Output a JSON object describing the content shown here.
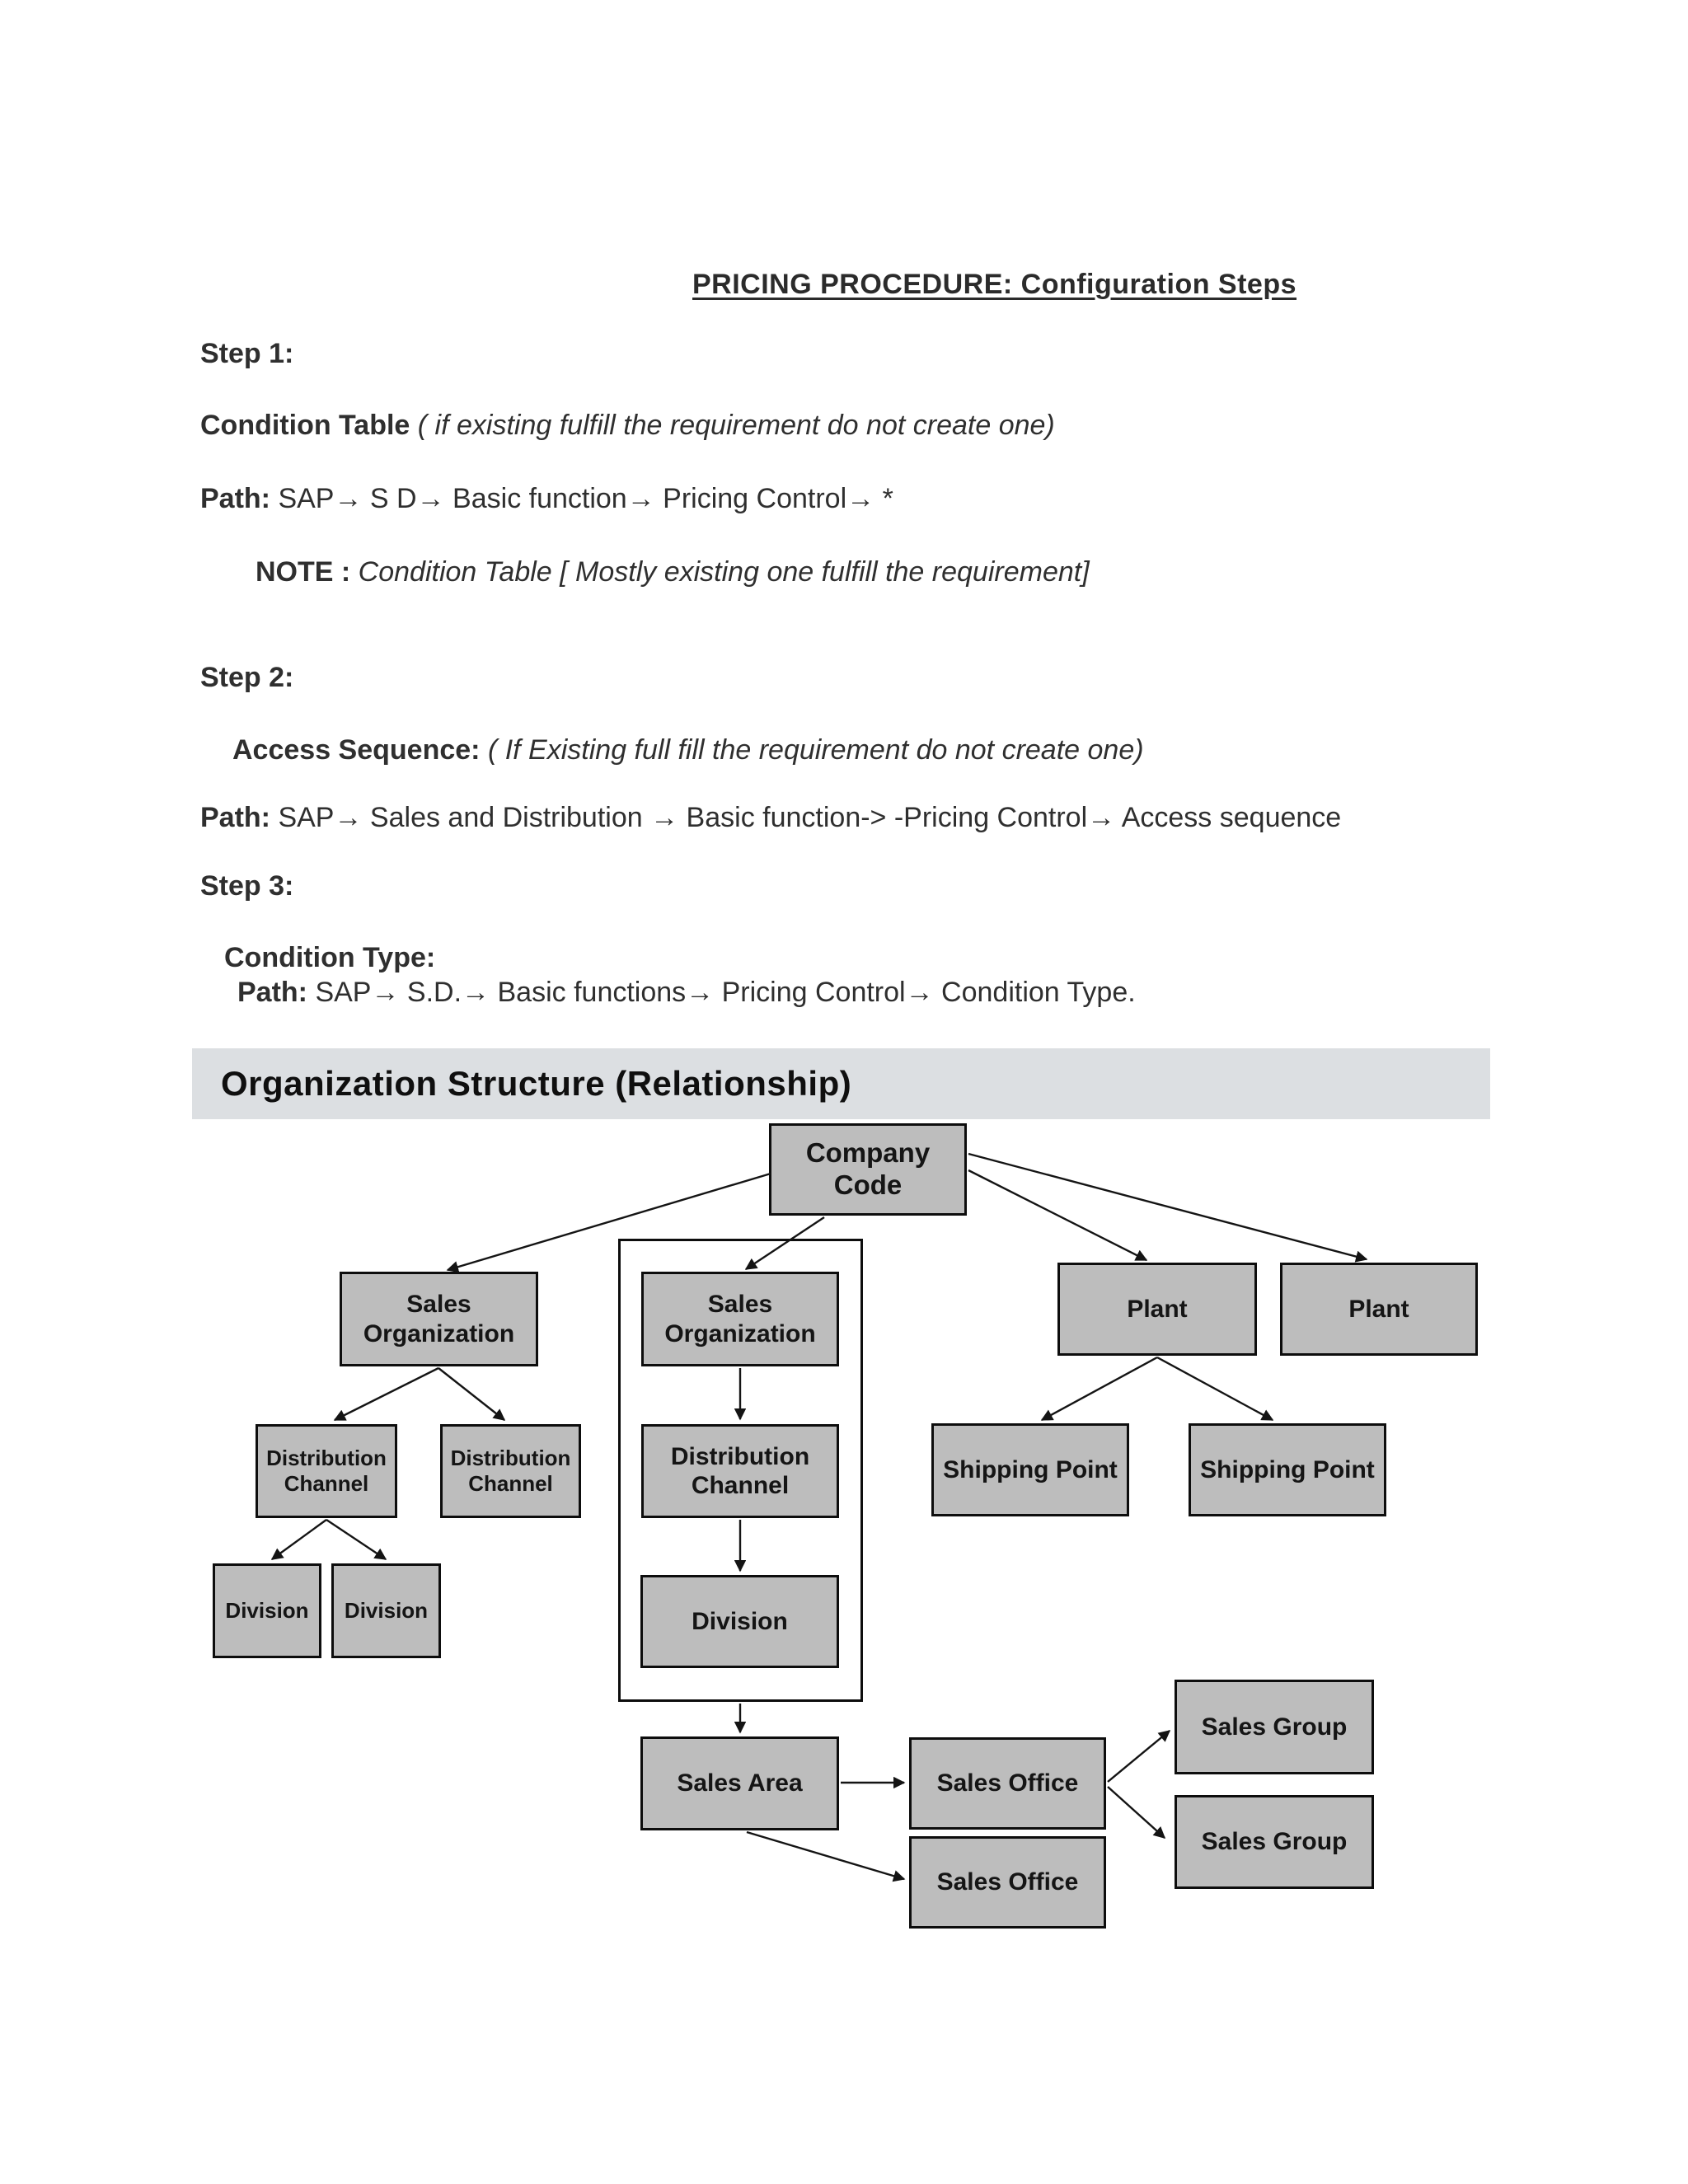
{
  "document": {
    "title": "PRICING PROCEDURE: Configuration Steps",
    "step1": {
      "heading": "Step 1:",
      "condition_bold": "Condition Table",
      "condition_italic": " ( if existing fulfill the requirement do not create one)",
      "path_label": "Path:",
      "path_text": " SAP→ S D→ Basic function→ Pricing Control→ *",
      "note_label": "NOTE :",
      "note_italic": " Condition Table [ Mostly existing one fulfill the requirement]"
    },
    "step2": {
      "heading": "Step 2:",
      "access_bold": "Access Sequence:",
      "access_italic": " ( If Existing full fill the requirement do not create one)",
      "path_label": "Path:",
      "path_text": " SAP→ Sales and Distribution → Basic function-> -Pricing Control→ Access sequence"
    },
    "step3": {
      "heading": "Step 3:",
      "condition_type": "Condition Type:",
      "path_label": "Path:",
      "path_text": " SAP→ S.D.→ Basic functions→ Pricing Control→ Condition Type."
    }
  },
  "diagram": {
    "title": "Organization Structure (Relationship)",
    "colors": {
      "box_fill": "#bdbdbd",
      "box_border": "#0d0d0d",
      "banner_bg": "#dcdfe2",
      "arrow": "#141414",
      "page_bg": "#ffffff"
    },
    "nodes": {
      "company_code": "Company Code",
      "sales_org_left": "Sales Organization",
      "sales_org_mid": "Sales Organization",
      "plant_1": "Plant",
      "plant_2": "Plant",
      "dist_ch_left": "Distribution Channel",
      "dist_ch_2": "Distribution Channel",
      "dist_ch_mid": "Distribution Channel",
      "shipping_1": "Shipping Point",
      "shipping_2": "Shipping Point",
      "division_1": "Division",
      "division_2": "Division",
      "division_mid": "Division",
      "sales_area": "Sales Area",
      "sales_office_1": "Sales Office",
      "sales_office_2": "Sales Office",
      "sales_group_1": "Sales Group",
      "sales_group_2": "Sales Group"
    },
    "edges": [
      {
        "from": "company_code",
        "to": "sales_org_left"
      },
      {
        "from": "company_code",
        "to": "sales_org_mid"
      },
      {
        "from": "company_code",
        "to": "plant_1"
      },
      {
        "from": "company_code",
        "to": "plant_2"
      },
      {
        "from": "sales_org_left",
        "to": "dist_ch_left"
      },
      {
        "from": "sales_org_left",
        "to": "dist_ch_2"
      },
      {
        "from": "sales_org_mid",
        "to": "dist_ch_mid"
      },
      {
        "from": "dist_ch_left",
        "to": "division_1"
      },
      {
        "from": "dist_ch_left",
        "to": "division_2"
      },
      {
        "from": "dist_ch_mid",
        "to": "division_mid"
      },
      {
        "from": "plant_1",
        "to": "shipping_1"
      },
      {
        "from": "plant_1",
        "to": "shipping_2"
      },
      {
        "from": "sales_group_outline",
        "to": "sales_area"
      },
      {
        "from": "sales_area",
        "to": "sales_office_1"
      },
      {
        "from": "sales_area",
        "to": "sales_office_2"
      },
      {
        "from": "sales_office_1",
        "to": "sales_group_1"
      },
      {
        "from": "sales_office_1",
        "to": "sales_group_2"
      }
    ]
  }
}
